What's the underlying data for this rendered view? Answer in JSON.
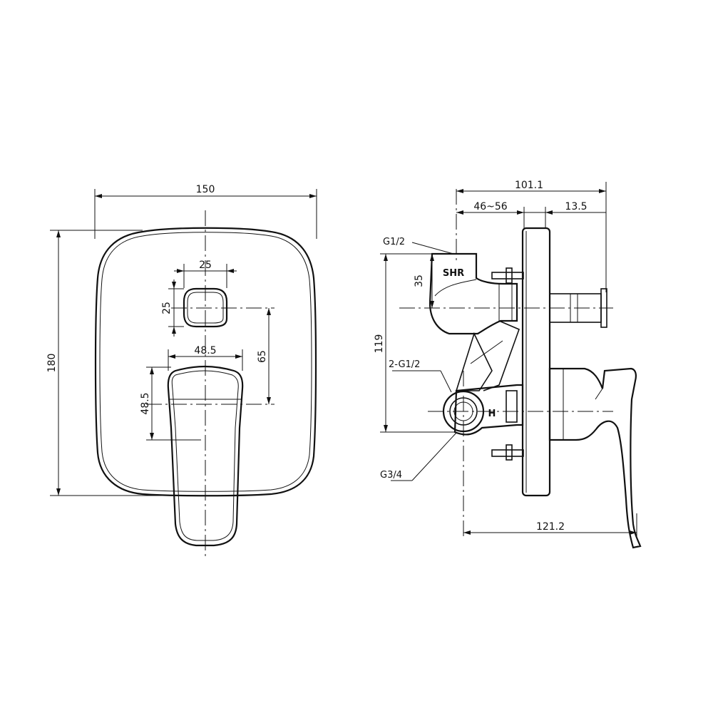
{
  "front_view": {
    "width_dim": "150",
    "height_dim": "180",
    "button_width_dim": "25",
    "button_height_dim": "25",
    "button_offset_dim": "65",
    "handle_width_dim": "48.5",
    "handle_height_dim": "48.5"
  },
  "side_view": {
    "total_depth_dim": "101.1",
    "adjust_range_dim": "46~56",
    "plate_dim": "13.5",
    "shower_height_dim": "35",
    "inlet_height_dim": "119",
    "handle_depth_dim": "121.2",
    "shower_thread": "G1/2",
    "inlet_thread": "2-G1/2",
    "outlet_thread": "G3/4",
    "shower_marking": "SHR",
    "hot_marking": "H"
  }
}
